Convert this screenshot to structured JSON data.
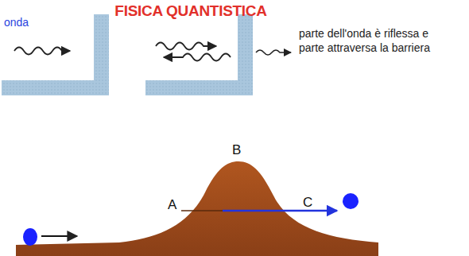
{
  "diagram": {
    "title": "FISICA QUANTISTICA",
    "labels": [
      "onda",
      "parte dell'onda è riflessa e parte attraversa la barriera",
      "B",
      "A",
      "C"
    ]
  }
}
